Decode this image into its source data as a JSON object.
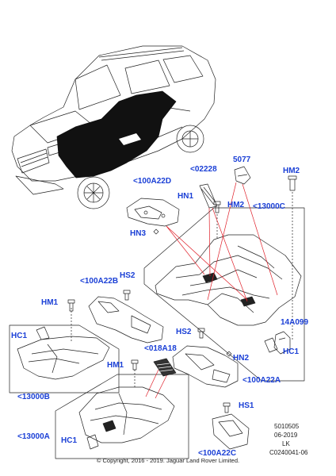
{
  "callouts": {
    "c100A22D": "<100A22D",
    "c02228": "<02228",
    "c5077": "5077",
    "cHM2_top": "HM2",
    "cHN1": "HN1",
    "cHM2_mid": "HM2",
    "c13000C": "<13000C",
    "cHN3": "HN3",
    "c100A22B": "<100A22B",
    "cHS2_top": "HS2",
    "cHM1_left": "HM1",
    "c14A099": "14A099",
    "cHC1_left": "HC1",
    "cHS2_mid": "HS2",
    "cHC1_right": "HC1",
    "c018A18": "<018A18",
    "cHN2": "HN2",
    "cHM1_mid": "HM1",
    "c100A22A": "<100A22A",
    "c13000B": "<13000B",
    "cHS1": "HS1",
    "c13000A": "<13000A",
    "c100A22C": "<100A22C",
    "cHC1_bottom": "HC1"
  },
  "meta": {
    "code": "5010505",
    "date": "06-2019",
    "initials": "LK",
    "figure_id": "C0240041-06"
  },
  "copyright": "© Copyright, 2016 - 2019. Jaguar Land Rover Limited.",
  "colors": {
    "callout": "#1a3fd6",
    "leader": "#e0202a",
    "line": "#222222",
    "carpet": "#111111"
  }
}
